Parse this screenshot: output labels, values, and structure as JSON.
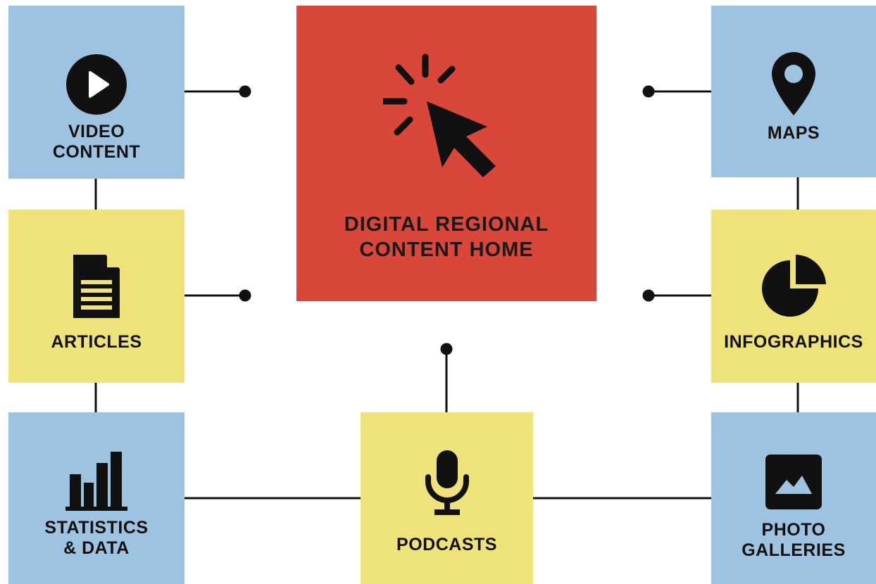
{
  "center": {
    "line1": "DIGITAL REGIONAL",
    "line2": "CONTENT HOME"
  },
  "nodes": {
    "video": {
      "line1": "VIDEO",
      "line2": "CONTENT"
    },
    "maps": {
      "line1": "MAPS"
    },
    "articles": {
      "line1": "ARTICLES"
    },
    "infographics": {
      "line1": "INFOGRAPHICS"
    },
    "stats": {
      "line1": "STATISTICS",
      "line2": "& DATA"
    },
    "podcasts": {
      "line1": "PODCASTS"
    },
    "photos": {
      "line1": "PHOTO",
      "line2": "GALLERIES"
    }
  },
  "icons": {
    "video": "play-circle-icon",
    "maps": "map-pin-icon",
    "articles": "document-icon",
    "infographics": "pie-chart-icon",
    "stats": "bar-chart-icon",
    "podcasts": "microphone-icon",
    "photos": "image-icon",
    "center": "cursor-click-icon"
  },
  "colors": {
    "blue": "#9ec3e1",
    "yellow": "#eee27a",
    "red": "#d9473a",
    "ink": "#111111"
  }
}
